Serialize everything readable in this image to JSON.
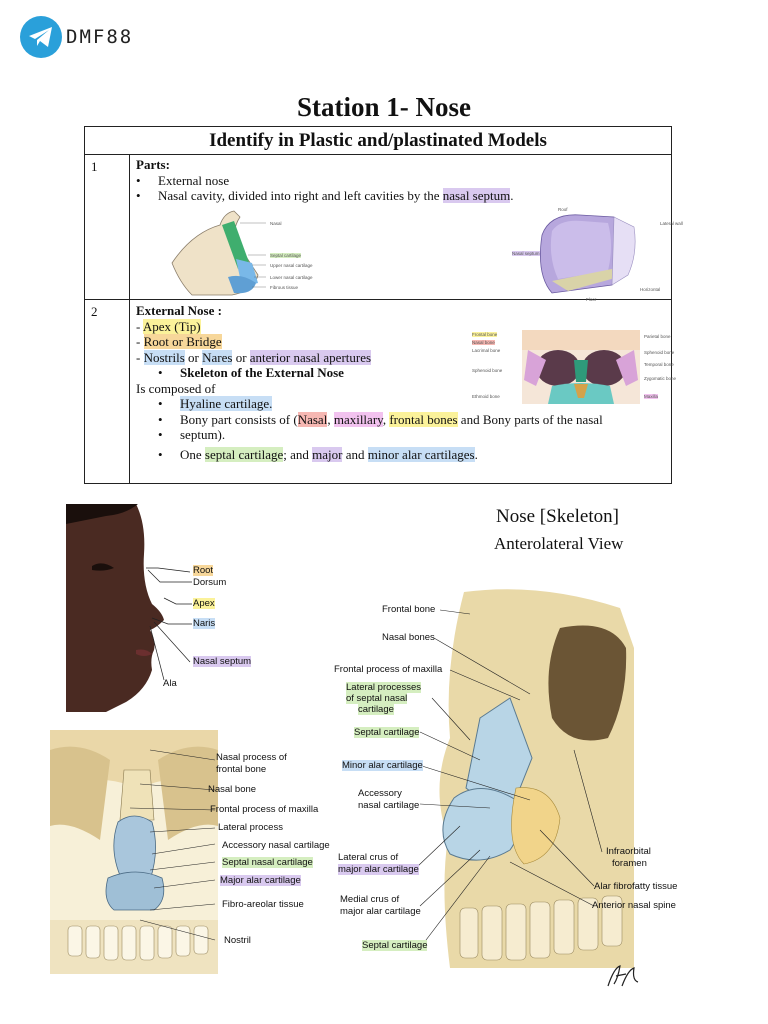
{
  "brand": {
    "name": "DMF88",
    "icon": "telegram-icon"
  },
  "title": "Station 1- Nose",
  "table": {
    "header": "Identify in Plastic and/plastinated Models",
    "row1": {
      "num": "1",
      "heading": "Parts:",
      "bullet1": "External nose",
      "bullet2_pre": "Nasal cavity, divided into right and left cavities by the ",
      "bullet2_hl": "nasal septum",
      "bullet2_post": ".",
      "fig_left_labels": [
        "Nasal",
        "Septal cartilage",
        "Upper nasal cartilage",
        "Lower nasal cartilage",
        "Fibrous tissue"
      ],
      "fig_right_labels": [
        "Roof",
        "Nasal septum",
        "Lateral wall",
        "Horizontal",
        "Floor"
      ]
    },
    "row2": {
      "num": "2",
      "heading": "External Nose :",
      "apex": "Apex (Tip)",
      "root": "Root or Bridge",
      "nostrils": "Nostrils",
      "or1": " or ",
      "nares": "Nares",
      "or2": " or ",
      "apertures": "anterior nasal apertures",
      "skeleton": "Skeleton of the External Nose",
      "composed": "Is composed of",
      "hyaline": "Hyaline cartilage.",
      "bony_pre": "Bony part consists of (",
      "bony_nasal": "Nasal",
      "bony_comma1": ", ",
      "bony_maxillary": "maxillary",
      "bony_comma2": ", ",
      "bony_frontal": "frontal bones",
      "bony_post": " and Bony parts of the nasal",
      "bony_cont": "septum).",
      "one_pre": "One ",
      "one_septal": "septal cartilage",
      "one_mid": "; and ",
      "one_major": "major",
      "one_and": " and ",
      "one_minor": "minor alar cartilages",
      "one_post": ".",
      "skull_labels": [
        "Frontal bone",
        "Nasal bone",
        "Lacrimal bone",
        "Sphenoid bone",
        "Ethmoid bone",
        "Parietal bone",
        "Sphenoid bone",
        "Temporal bone",
        "Zygomatic bone",
        "Maxilla"
      ]
    }
  },
  "face_labels": {
    "root": "Root",
    "dorsum": "Dorsum",
    "apex": "Apex",
    "naris": "Naris",
    "septum": "Nasal septum",
    "ala": "Ala"
  },
  "skeleton_front_labels": {
    "l1": "Nasal process of",
    "l1b": "frontal bone",
    "l2": "Nasal bone",
    "l3": "Frontal process of maxilla",
    "l4": "Lateral process",
    "l5": "Accessory nasal cartilage",
    "l6": "Septal nasal cartilage",
    "l7": "Major alar cartilage",
    "l8": "Fibro-areolar tissue",
    "l9": "Nostril"
  },
  "netter": {
    "title": "Nose [Skeleton]",
    "subtitle": "Anterolateral  View",
    "frontal_bone": "Frontal bone",
    "nasal_bones": "Nasal bones",
    "frontal_process": "Frontal process of maxilla",
    "lateral_processes_1": "Lateral processes",
    "lateral_processes_2": "of septal nasal",
    "lateral_processes_3": "cartilage",
    "septal_cartilage": "Septal cartilage",
    "minor_alar": "Minor alar cartilage",
    "accessory_1": "Accessory",
    "accessory_2": "nasal cartilage",
    "lateral_crus_1": "Lateral crus of",
    "lateral_crus_2": "major alar cartilage",
    "medial_crus_1": "Medial crus of",
    "medial_crus_2": "major alar cartilage",
    "septal_cartilage_2": "Septal cartilage",
    "infraorbital_1": "Infraorbital",
    "infraorbital_2": "foramen",
    "alar_fibro": "Alar fibrofatty tissue",
    "anterior_spine": "Anterior nasal spine",
    "signature": "F. Netter"
  },
  "colors": {
    "brand_blue": "#2aa0da",
    "highlight_purple": "#d9c9ef",
    "highlight_yellow": "#fbf29a",
    "highlight_orange": "#f7d79a",
    "highlight_blue": "#c7def5",
    "highlight_green": "#d5eec0",
    "bone": "#eadcae",
    "cartilage": "#b9d6e8"
  }
}
